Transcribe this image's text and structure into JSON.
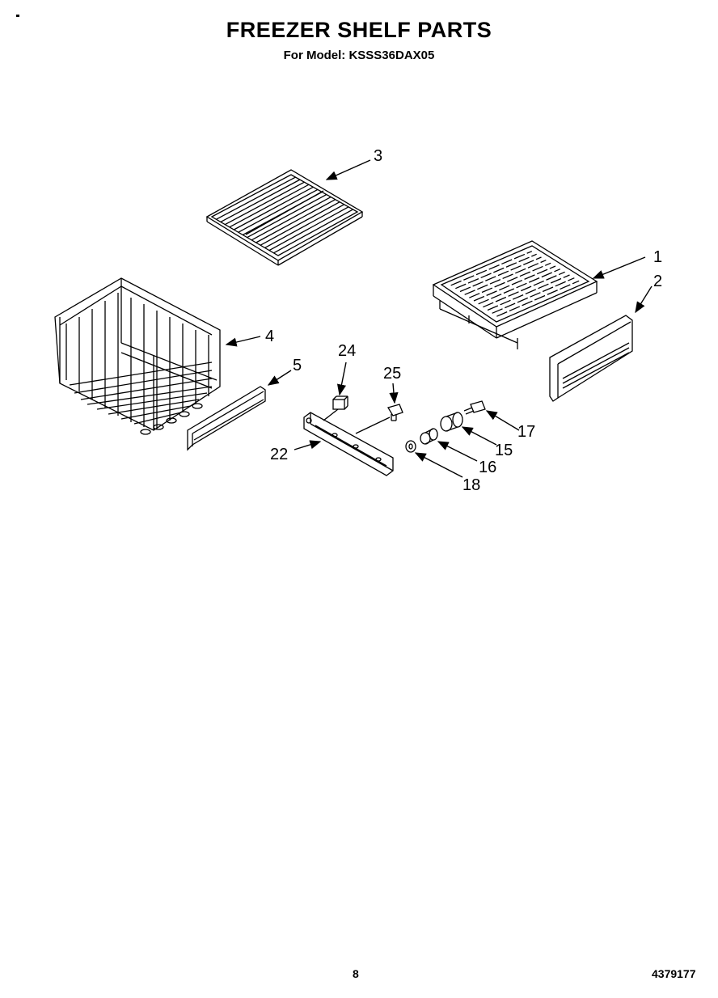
{
  "header": {
    "title": "FREEZER SHELF PARTS",
    "subtitle": "For Model: KSSS36DAX05"
  },
  "callouts": {
    "c1": "1",
    "c2": "2",
    "c3": "3",
    "c4": "4",
    "c5": "5",
    "c15": "15",
    "c16": "16",
    "c17": "17",
    "c18": "18",
    "c22": "22",
    "c24": "24",
    "c25": "25"
  },
  "footer": {
    "page_number": "8",
    "doc_number": "4379177"
  }
}
